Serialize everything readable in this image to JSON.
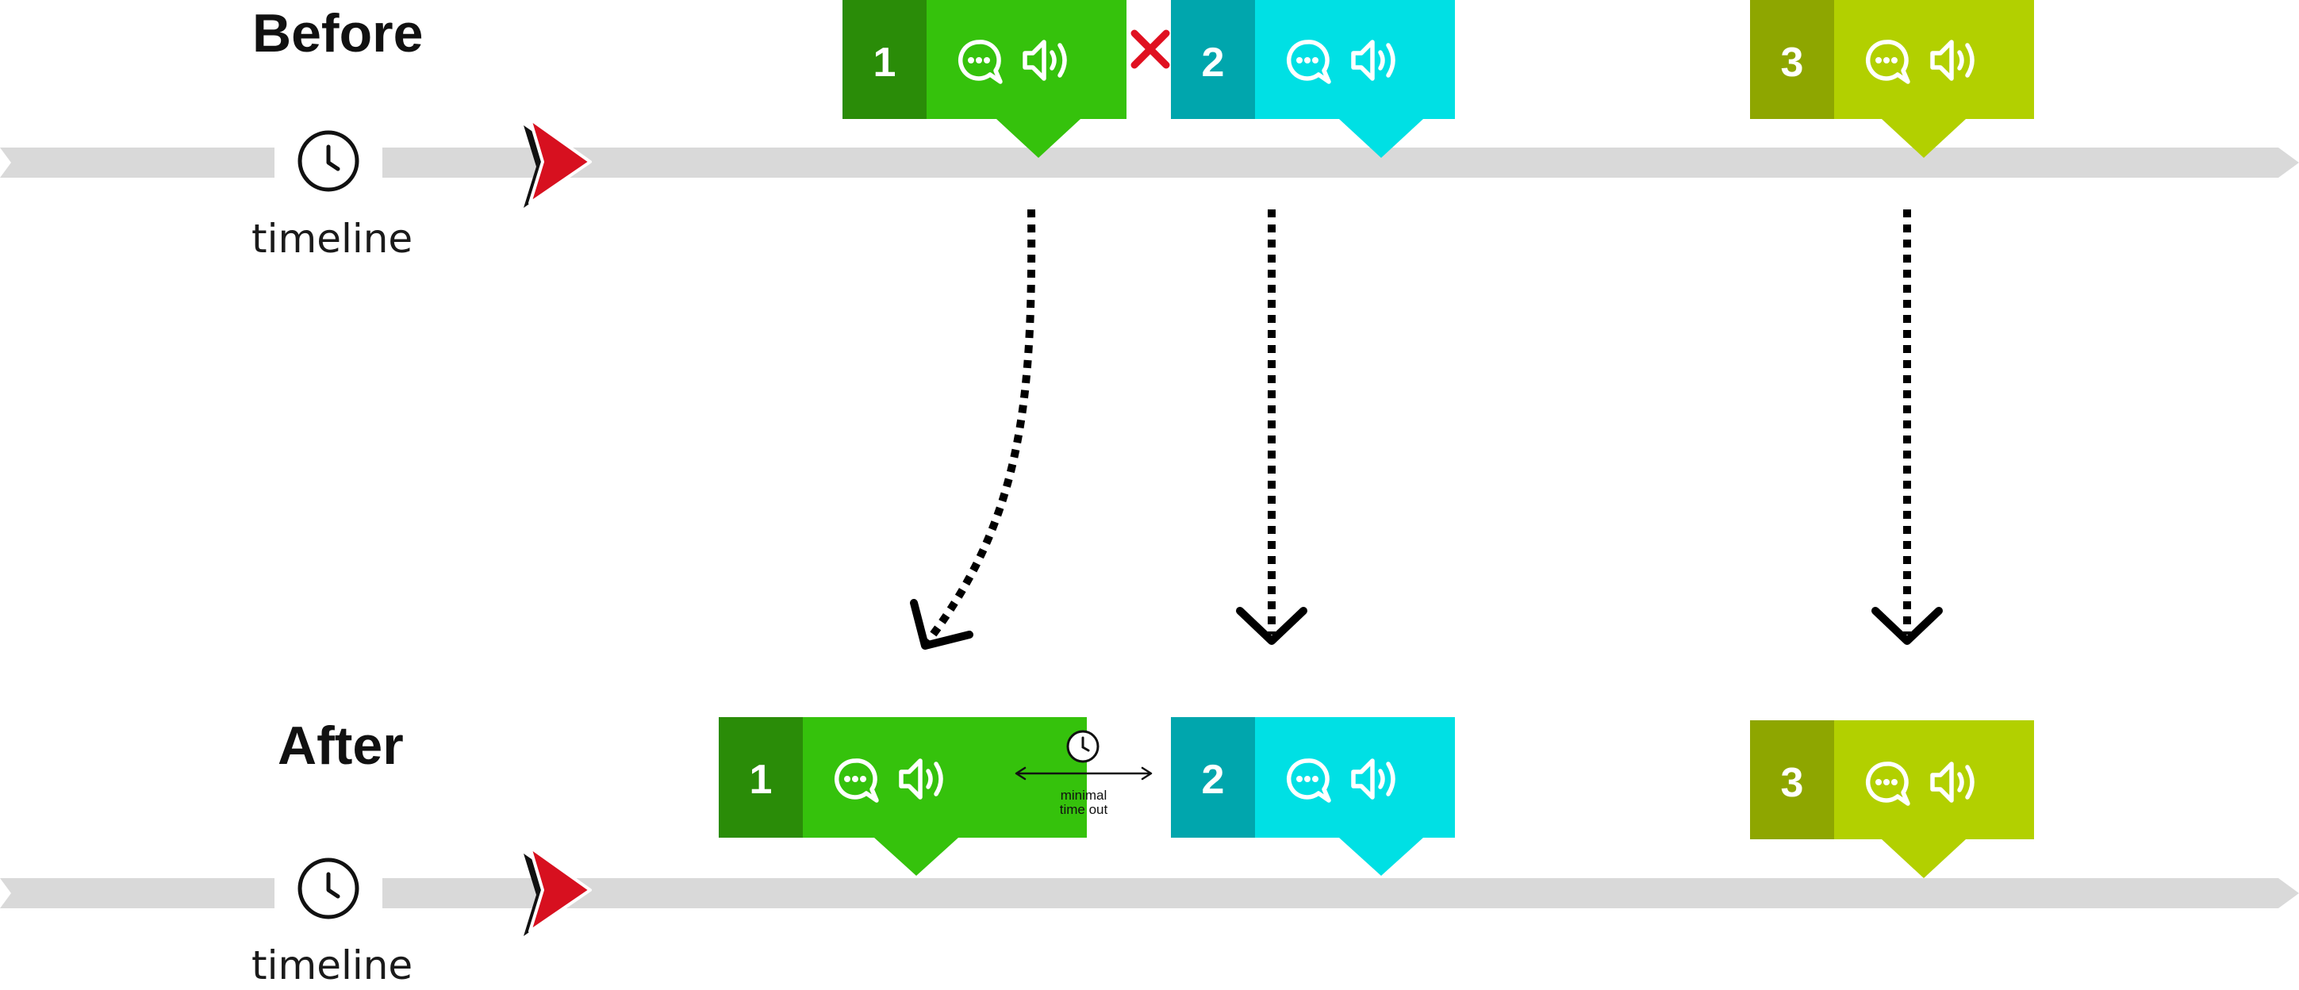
{
  "before": {
    "heading": "Before",
    "timeline_label": "timeline",
    "cards": [
      {
        "number": "1",
        "tab_color": "#2a8c08",
        "body_color": "#35c20c",
        "icons": [
          "chat-bubble-icon",
          "speaker-icon"
        ]
      },
      {
        "number": "2",
        "tab_color": "#00a6ad",
        "body_color": "#00e0e4",
        "icons": [
          "chat-bubble-icon",
          "speaker-icon"
        ]
      },
      {
        "number": "3",
        "tab_color": "#8ea600",
        "body_color": "#b2d000",
        "icons": [
          "chat-bubble-icon",
          "speaker-icon"
        ]
      }
    ],
    "conflict_marker": {
      "icon": "cross-icon",
      "color": "#e01020"
    }
  },
  "after": {
    "heading": "After",
    "timeline_label": "timeline",
    "cards": [
      {
        "number": "1",
        "tab_color": "#2a8c08",
        "body_color": "#35c20c",
        "icons": [
          "chat-bubble-icon",
          "speaker-icon"
        ]
      },
      {
        "number": "2",
        "tab_color": "#00a6ad",
        "body_color": "#00e0e4",
        "icons": [
          "chat-bubble-icon",
          "speaker-icon"
        ]
      },
      {
        "number": "3",
        "tab_color": "#8ea600",
        "body_color": "#b2d000",
        "icons": [
          "chat-bubble-icon",
          "speaker-icon"
        ]
      }
    ],
    "timeout": {
      "line1": "minimal",
      "line2": "time out",
      "icon": "clock-icon"
    }
  },
  "colors": {
    "timeline_bar": "#d9d9d9",
    "playhead_red": "#d7101f",
    "playhead_shadow": "#111111",
    "arrows": "#000000"
  },
  "icons": {
    "timeline": "clock-icon",
    "playhead": "playhead-arrow-icon",
    "transition": "dotted-arrow-icon"
  }
}
